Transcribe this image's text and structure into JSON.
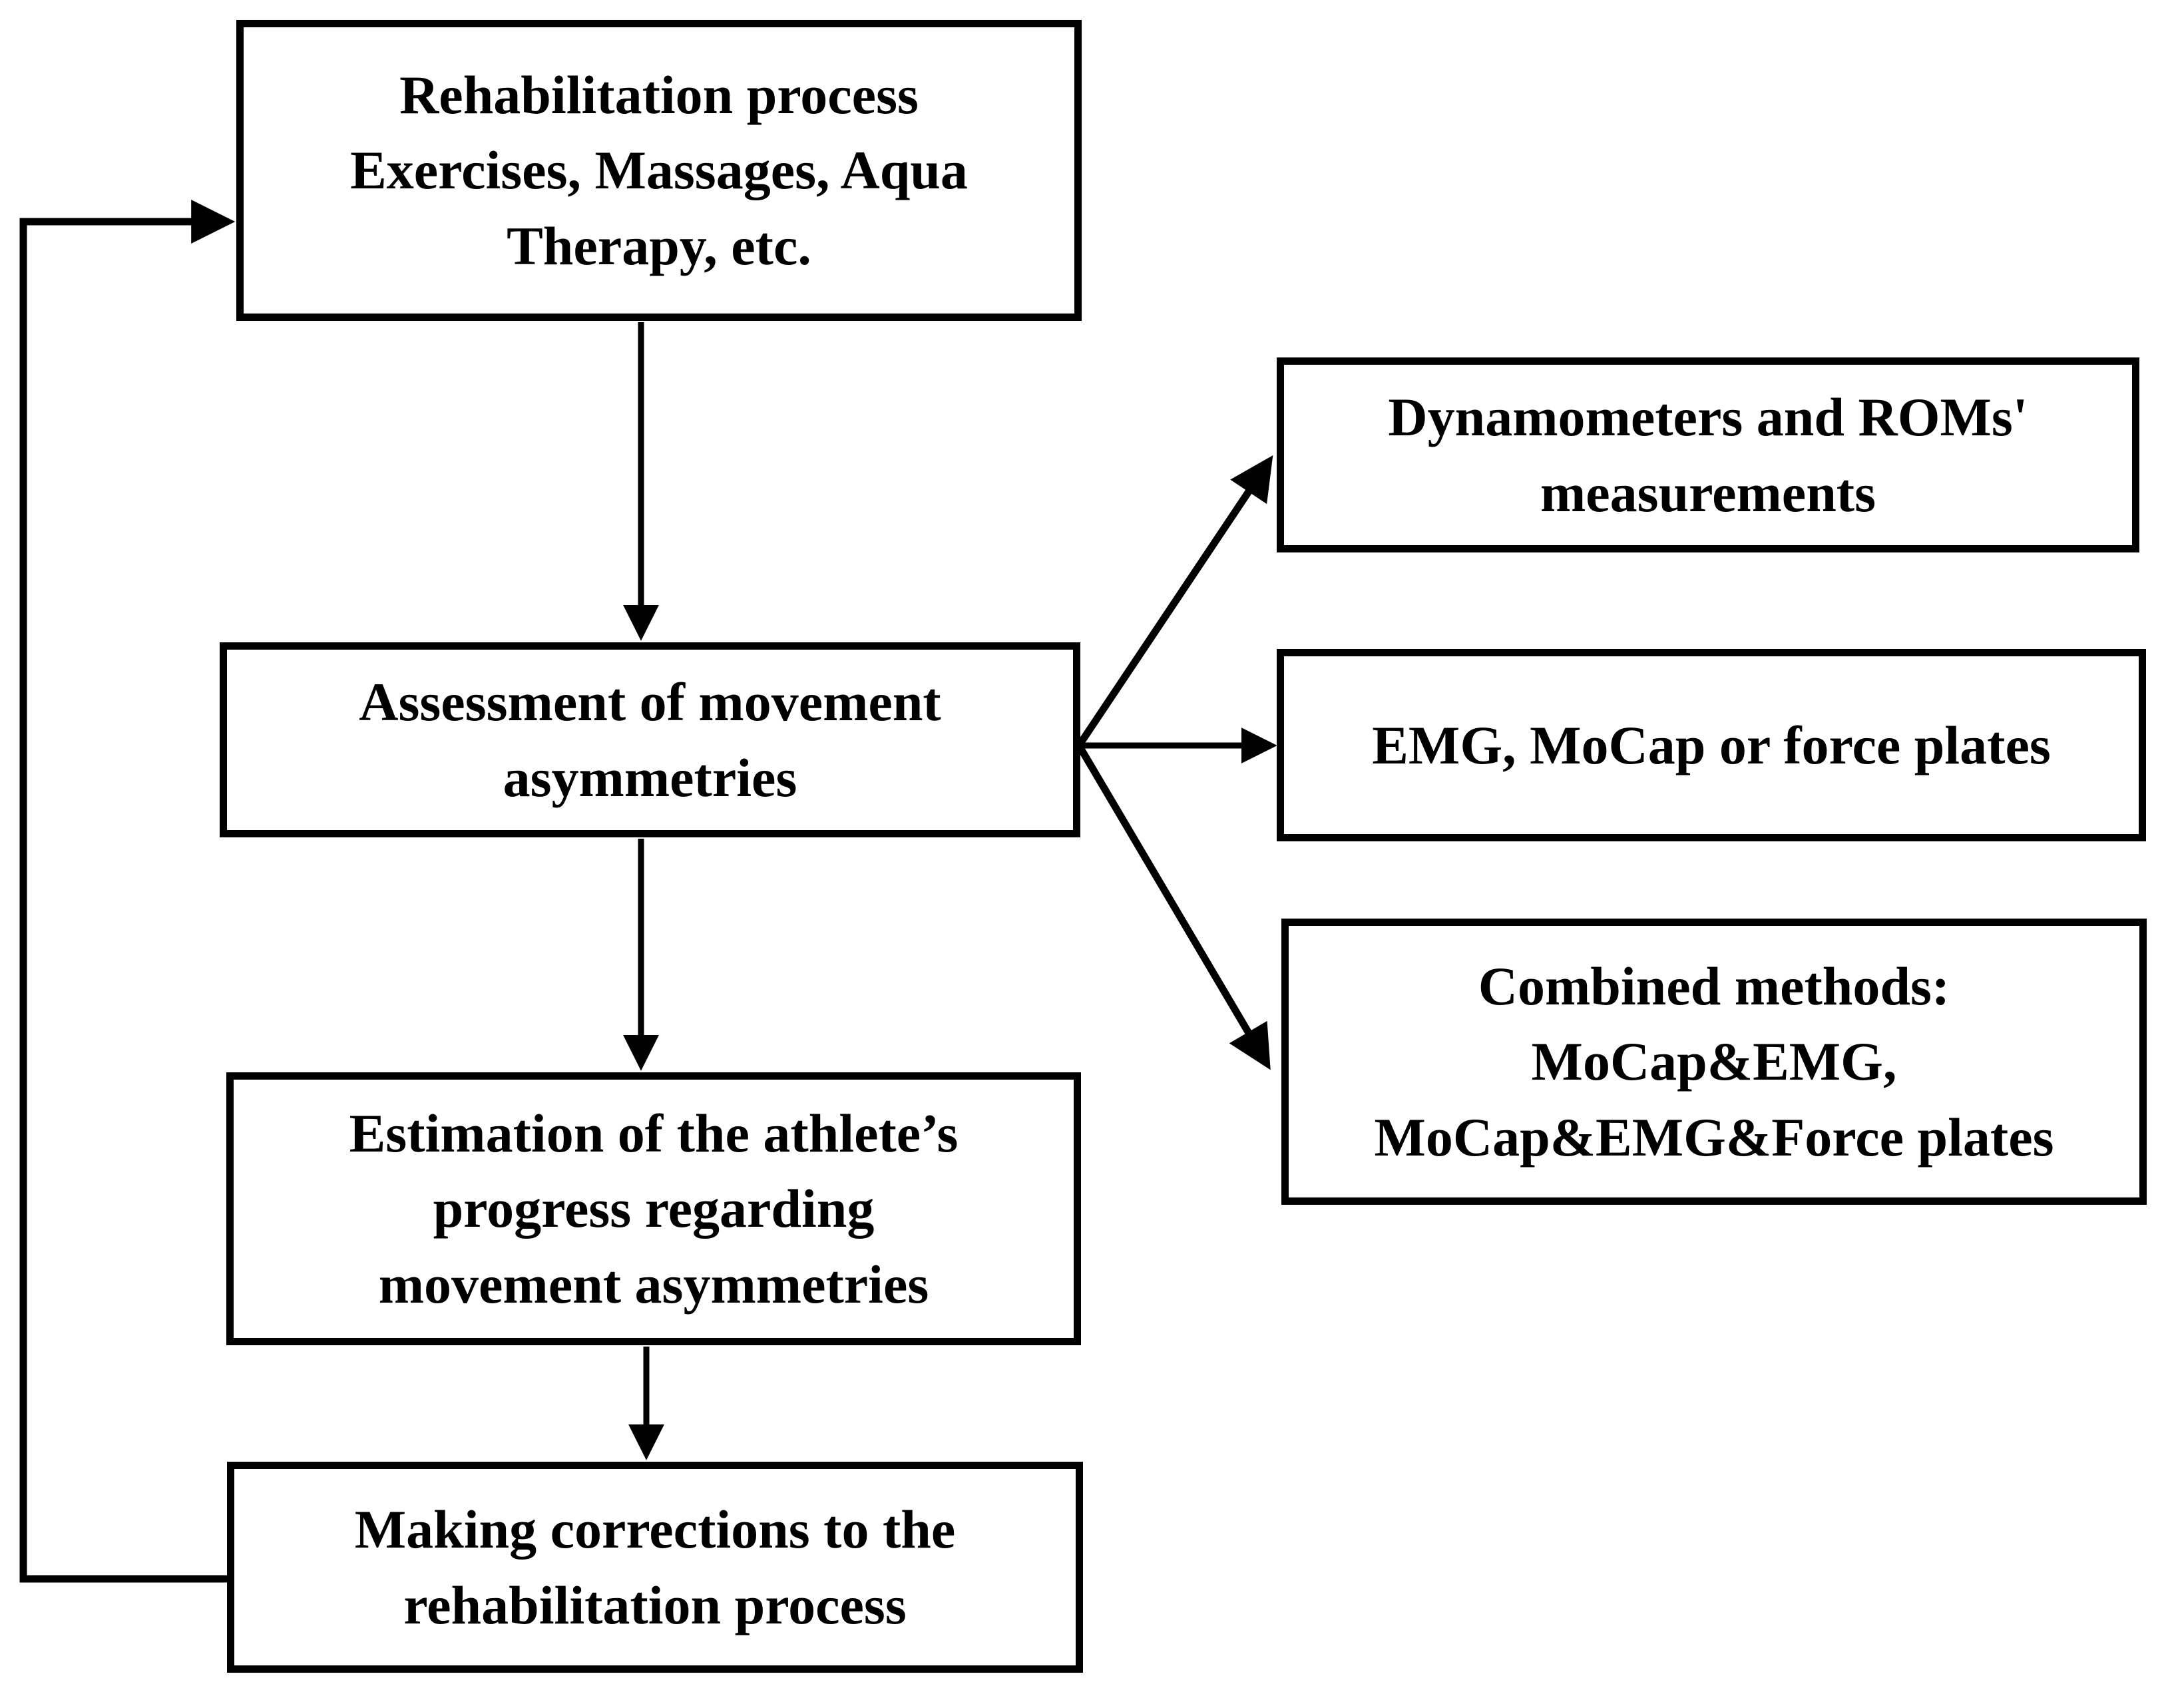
{
  "diagram": {
    "background_color": "#ffffff",
    "line_color": "#000000",
    "text_color": "#000000",
    "nodes": {
      "rehabilitation_process": {
        "label": "Rehabilitation process\nExercises, Massages, Aqua\nTherapy, etc."
      },
      "assessment": {
        "label": "Assessment of movement\nasymmetries"
      },
      "dynamometers": {
        "label": "Dynamometers and ROMs'\nmeasurements"
      },
      "emg": {
        "label": "EMG, MoCap or force plates"
      },
      "combined_methods": {
        "label": "Combined methods:\nMoCap&EMG,\nMoCap&EMG&Force plates"
      },
      "estimation": {
        "label": "Estimation of the athlete’s\nprogress regarding\nmovement asymmetries"
      },
      "corrections": {
        "label": "Making corrections to the\nrehabilitation process"
      }
    },
    "edges": [
      {
        "from": "rehabilitation_process",
        "to": "assessment",
        "type": "arrow"
      },
      {
        "from": "assessment",
        "to": "dynamometers",
        "type": "arrow"
      },
      {
        "from": "assessment",
        "to": "emg",
        "type": "arrow"
      },
      {
        "from": "assessment",
        "to": "combined_methods",
        "type": "arrow"
      },
      {
        "from": "assessment",
        "to": "estimation",
        "type": "arrow"
      },
      {
        "from": "estimation",
        "to": "corrections",
        "type": "arrow"
      },
      {
        "from": "corrections",
        "to": "rehabilitation_process",
        "type": "feedback-arrow"
      }
    ]
  }
}
